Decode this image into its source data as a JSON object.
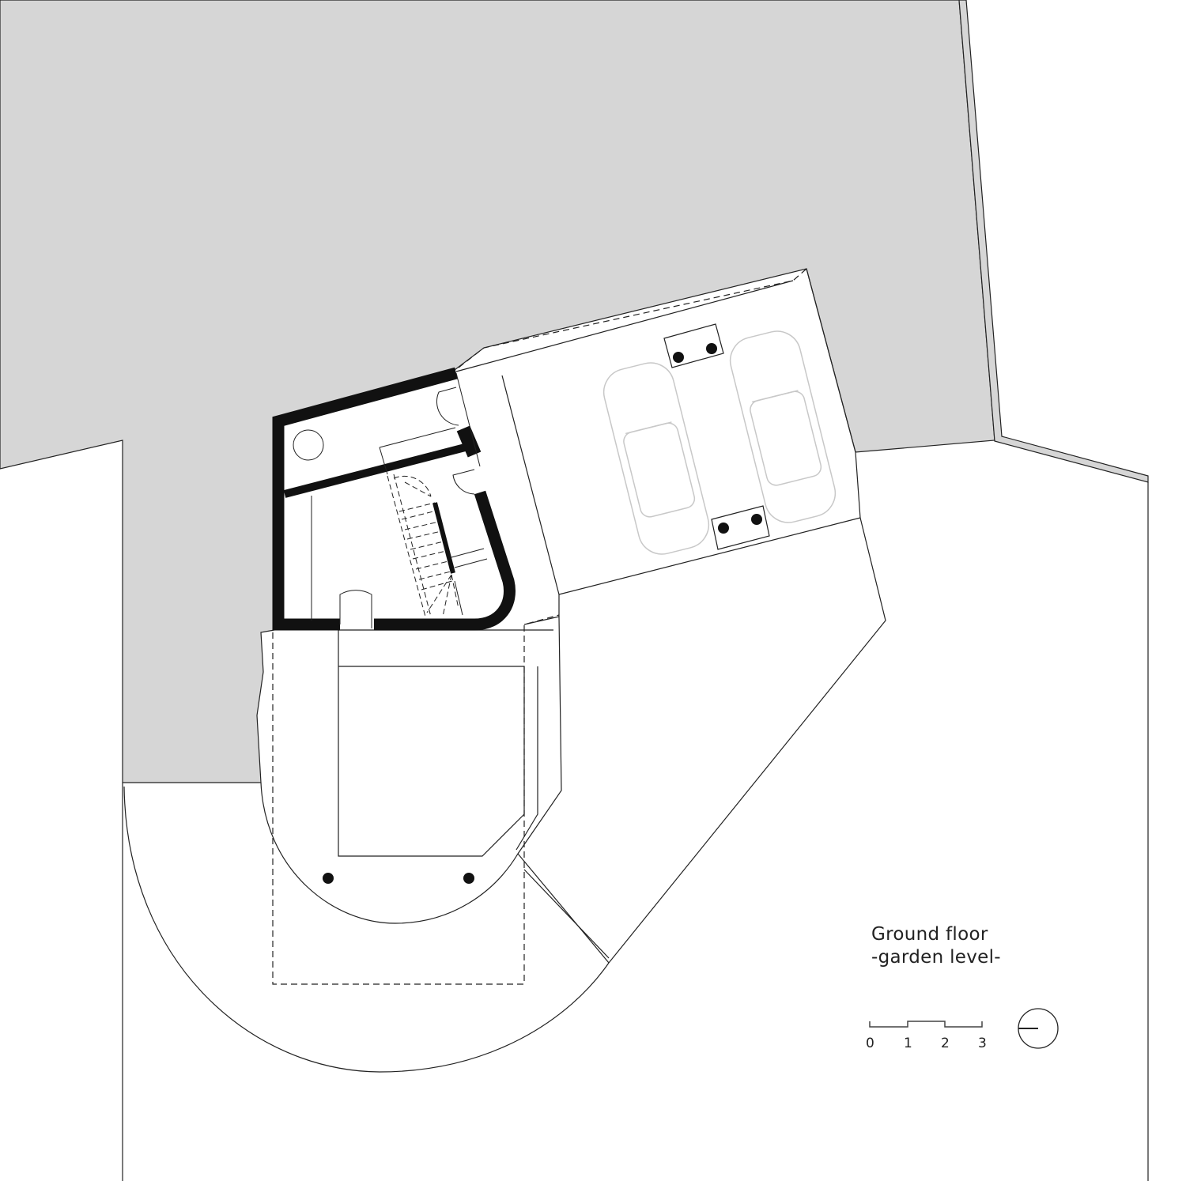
{
  "drawing": {
    "title": "Ground floor",
    "subtitle": "-garden level-"
  },
  "scale_bar": {
    "labels": [
      "0",
      "1",
      "2",
      "3"
    ],
    "unit_count": 3
  },
  "north_arrow": {
    "icon": "north-arrow-icon"
  },
  "colors": {
    "terrain": "#d6d6d6",
    "wall": "#111111",
    "line": "#222222",
    "car": "#c8c8c8"
  }
}
